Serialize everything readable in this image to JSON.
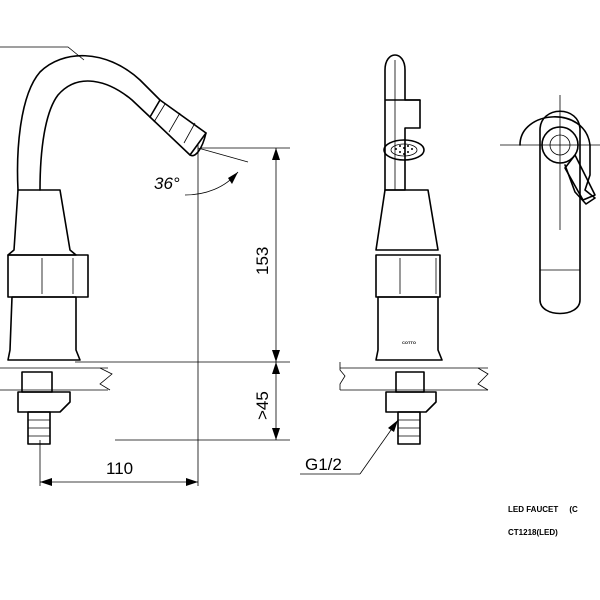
{
  "dimensions": {
    "angle": "36°",
    "height": "153",
    "min_thickness": ">45",
    "reach": "110",
    "thread": "G1/2"
  },
  "brand_mark": "COTTO",
  "product": {
    "name": "LED FAUCET     (C",
    "code": "CT1218(LED)"
  }
}
